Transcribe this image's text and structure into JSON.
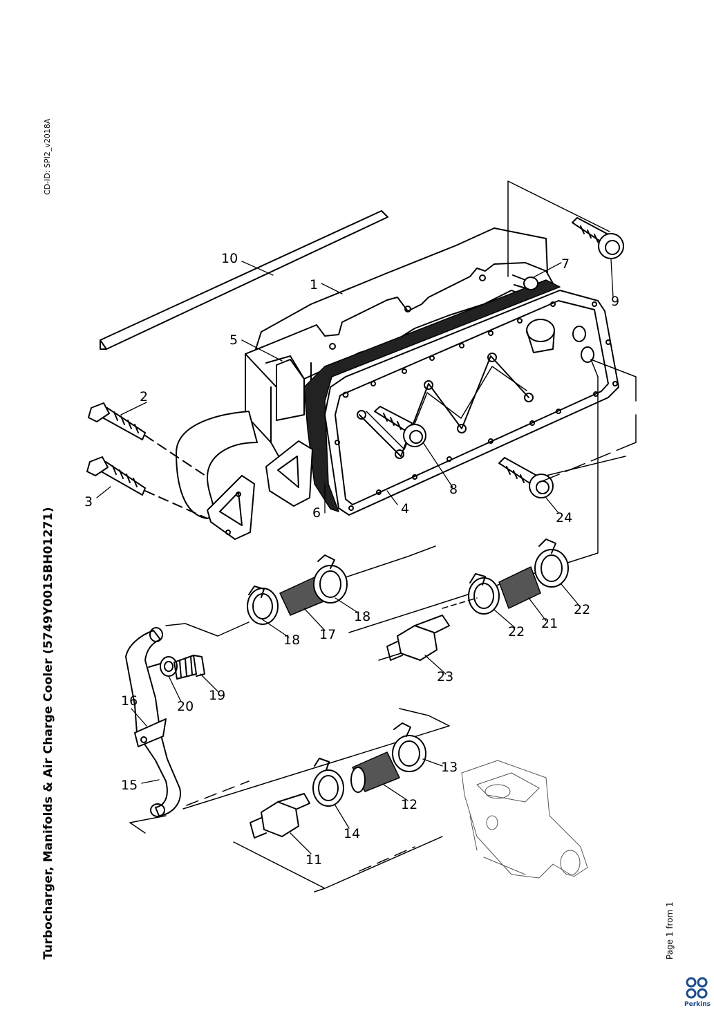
{
  "document": {
    "title": "Turbocharger, Manifolds & Air Charge Cooler (5749Y001SBH01271)",
    "cd_id": "CD-ID: SPI2_v2018A",
    "page_indicator": "Page 1 from 1",
    "brand": "Perkins",
    "brand_color": "#1a4b8c"
  },
  "callouts": [
    "1",
    "2",
    "3",
    "4",
    "5",
    "6",
    "7",
    "8",
    "9",
    "10",
    "11",
    "12",
    "13",
    "14",
    "15",
    "16",
    "17",
    "18",
    "18",
    "19",
    "20",
    "21",
    "22",
    "22",
    "23",
    "24"
  ]
}
